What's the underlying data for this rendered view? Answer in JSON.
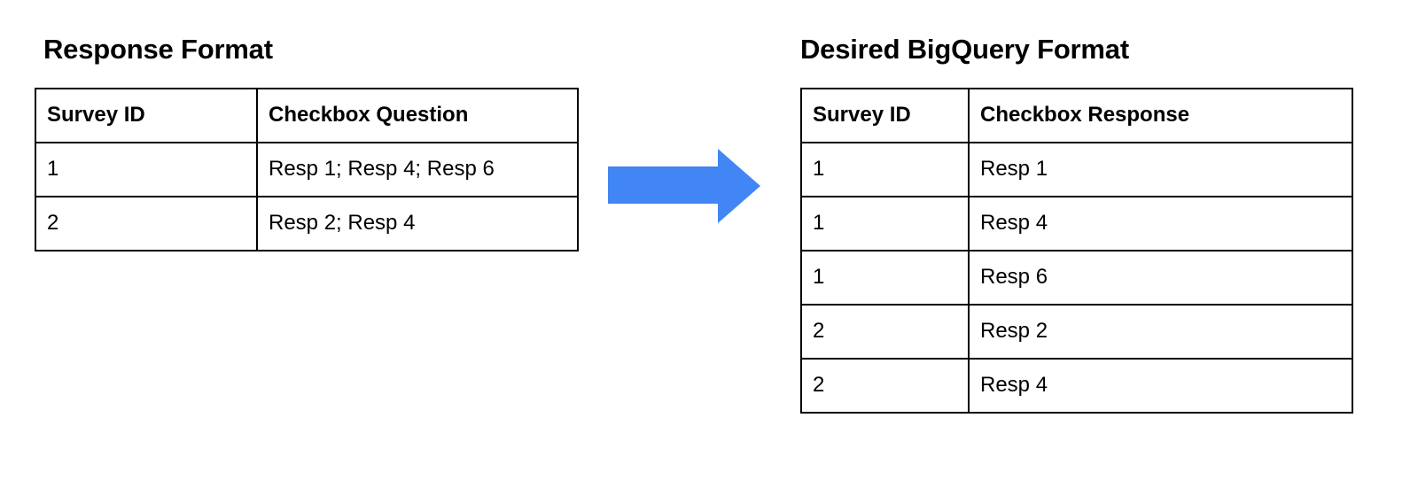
{
  "diagram": {
    "type": "transformation-diagram",
    "background_color": "#ffffff",
    "text_color": "#000000",
    "border_color": "#000000",
    "arrow": {
      "icon": "right-arrow-icon",
      "direction": "right",
      "color": "#4285f4"
    }
  },
  "left_panel": {
    "title": "Response Format",
    "table": {
      "columns": [
        "Survey ID",
        "Checkbox Question"
      ],
      "rows": [
        [
          "1",
          "Resp 1; Resp 4; Resp 6"
        ],
        [
          "2",
          "Resp 2; Resp 4"
        ]
      ]
    }
  },
  "right_panel": {
    "title": "Desired BigQuery Format",
    "table": {
      "columns": [
        "Survey ID",
        "Checkbox Response"
      ],
      "rows": [
        [
          "1",
          "Resp 1"
        ],
        [
          "1",
          "Resp 4"
        ],
        [
          "1",
          "Resp 6"
        ],
        [
          "2",
          "Resp 2"
        ],
        [
          "2",
          "Resp 4"
        ]
      ]
    }
  }
}
